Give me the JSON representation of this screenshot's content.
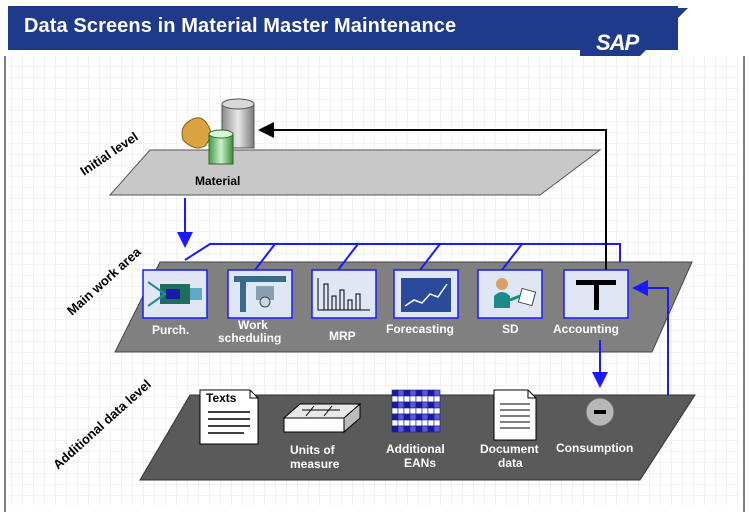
{
  "title": "Data Screens in Material Master Maintenance",
  "logo": "SAP",
  "levels": {
    "initial": "Initial level",
    "main": "Main work area",
    "additional": "Additional data level"
  },
  "material_label": "Material",
  "main_views": [
    {
      "label": "Purch.",
      "icon": "purchasing-icon"
    },
    {
      "label": "Work scheduling",
      "line1": "Work",
      "line2": "scheduling",
      "icon": "work-scheduling-icon"
    },
    {
      "label": "MRP",
      "icon": "mrp-chart-icon"
    },
    {
      "label": "Forecasting",
      "icon": "forecasting-chart-icon"
    },
    {
      "label": "SD",
      "icon": "sales-person-icon"
    },
    {
      "label": "Accounting",
      "icon": "accounting-t-icon"
    }
  ],
  "additional_items": {
    "texts": {
      "label": "Texts",
      "icon": "document-icon"
    },
    "units": {
      "line1": "Units of",
      "line2": "measure",
      "icon": "tray-icon"
    },
    "eans": {
      "line1": "Additional",
      "line2": "EANs",
      "icon": "barcode-grid-icon"
    },
    "docs": {
      "line1": "Document",
      "line2": "data",
      "icon": "document-icon"
    },
    "consumption": {
      "label": "Consumption",
      "icon": "minus-circle-icon"
    }
  },
  "colors": {
    "title_bar": "#1f3a8a",
    "connector": "#1a1aff",
    "plane_top": "#c8c8c8",
    "plane_mid": "#808080",
    "plane_low": "#5a5a5a"
  }
}
